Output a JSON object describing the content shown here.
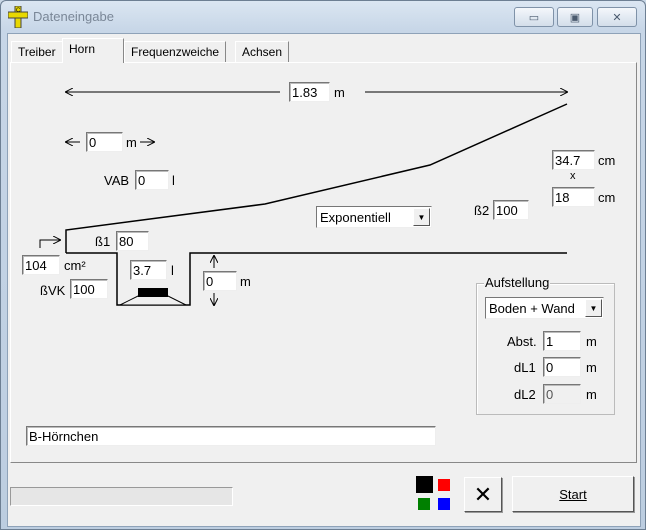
{
  "window": {
    "title": "Dateneingabe",
    "icon": "ruler-app-icon"
  },
  "tabs": [
    {
      "label": "Treiber",
      "active": false
    },
    {
      "label": "Horn",
      "active": true
    },
    {
      "label": "Frequenzweiche",
      "active": false
    },
    {
      "label": "Achsen",
      "active": false
    }
  ],
  "horn": {
    "length": {
      "value": "1.83",
      "unit": "m"
    },
    "offset": {
      "value": "0",
      "unit": "m"
    },
    "vab": {
      "label": "VAB",
      "value": "0",
      "unit": "l"
    },
    "mouth_width": {
      "value": "34.7",
      "unit": "cm"
    },
    "times": "x",
    "mouth_height": {
      "value": "18",
      "unit": "cm"
    },
    "flare_type": "Exponentiell",
    "beta2": {
      "label": "ß2",
      "value": "100"
    },
    "beta1": {
      "label": "ß1",
      "value": "80"
    },
    "throat_area": {
      "value": "104",
      "unit": "cm²"
    },
    "beta_vk": {
      "label": "ßVK",
      "value": "100"
    },
    "chamber_volume": {
      "value": "3.7",
      "unit": "l"
    },
    "driver_offset": {
      "value": "0",
      "unit": "m"
    },
    "name": "B-Hörnchen"
  },
  "aufstellung": {
    "legend": "Aufstellung",
    "placement": "Boden + Wand",
    "abst": {
      "label": "Abst.",
      "value": "1",
      "unit": "m"
    },
    "dl1": {
      "label": "dL1",
      "value": "0",
      "unit": "m"
    },
    "dl2": {
      "label": "dL2",
      "value": "0",
      "unit": "m"
    }
  },
  "footer": {
    "progress": 0,
    "start_label": "Start",
    "colors": [
      "#000000",
      "#ff0000",
      "#008000",
      "#0000ff"
    ]
  }
}
